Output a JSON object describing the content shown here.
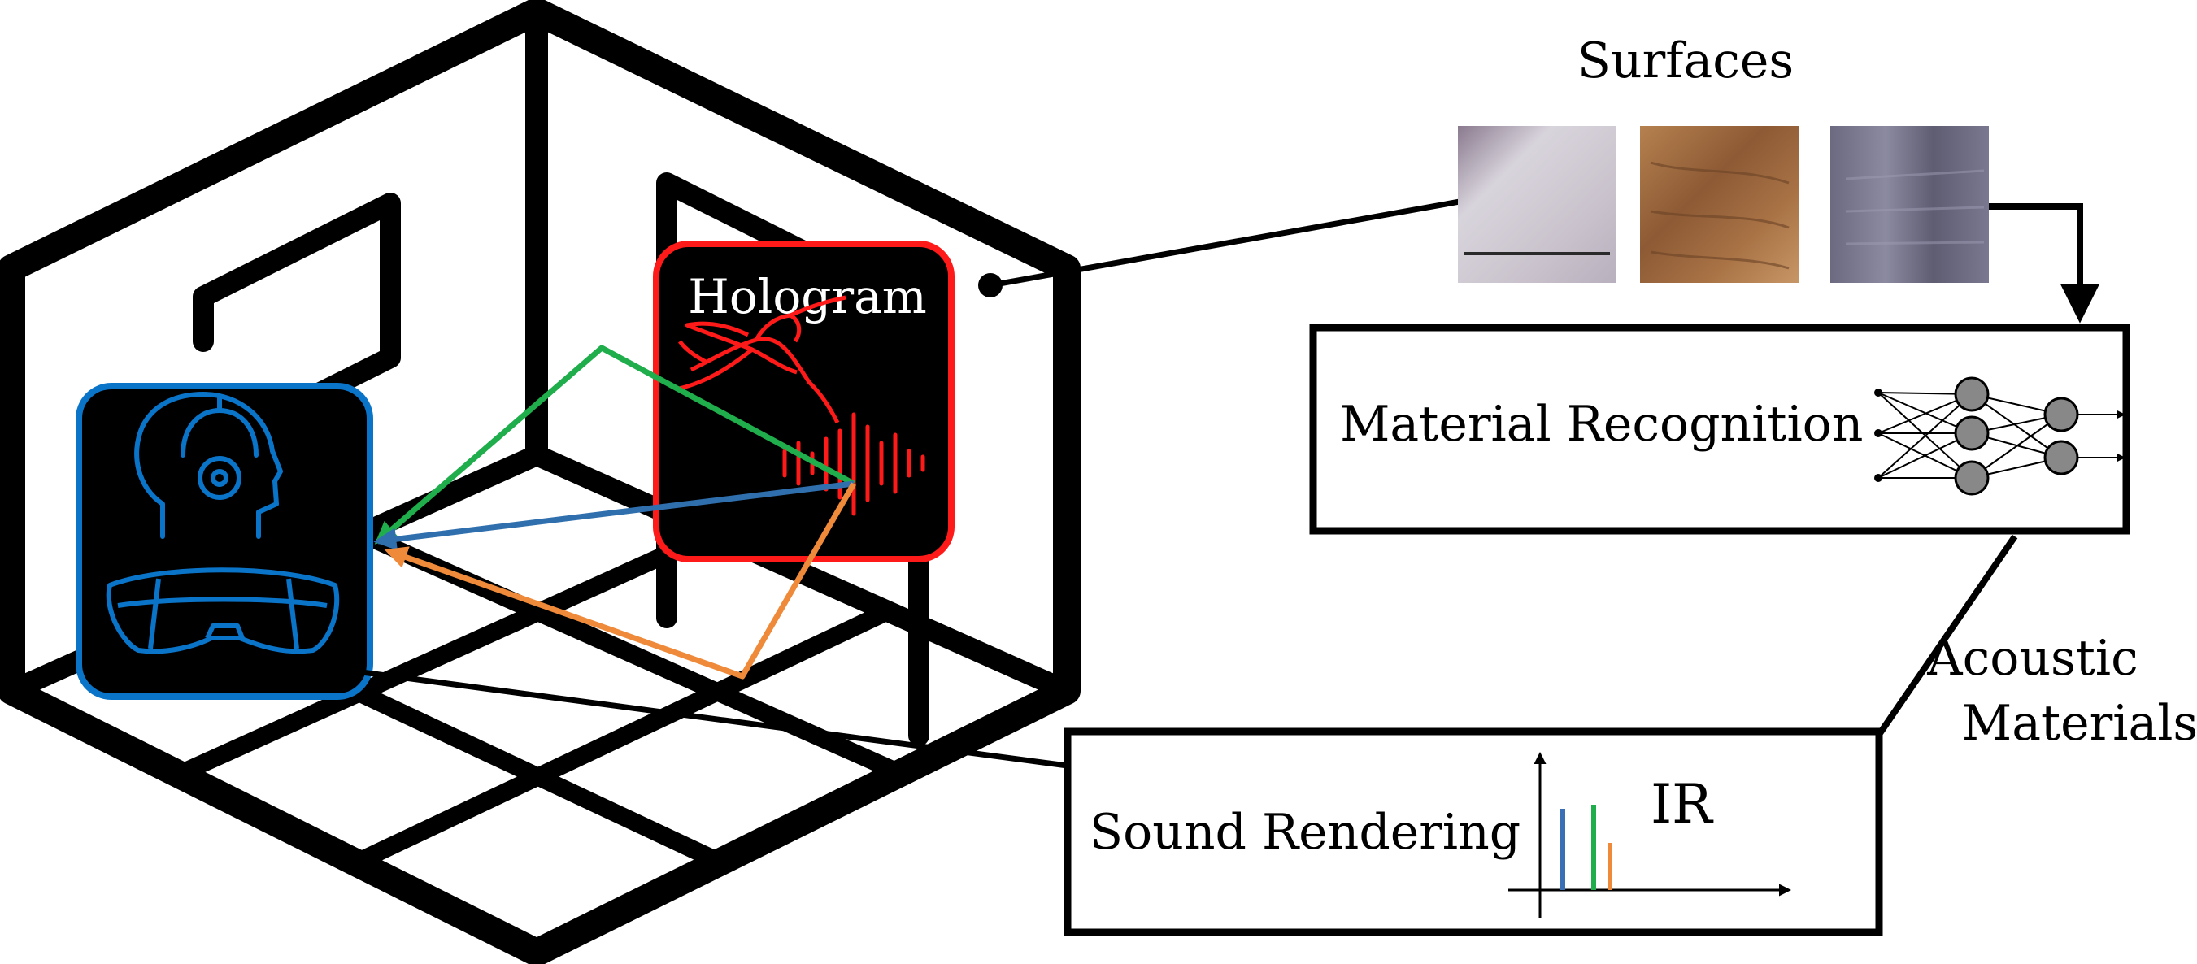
{
  "labels": {
    "surfaces": "Surfaces",
    "hologram": "Hologram",
    "material_recognition": "Material Recognition",
    "acoustic_line1": "Acoustic",
    "acoustic_line2": "Materials",
    "sound_rendering": "Sound Rendering",
    "ir": "IR"
  },
  "colors": {
    "outline": "#000000",
    "hologram_red": "#ff1a1a",
    "listener_blue": "#0a74c9",
    "ray_green": "#1fae4b",
    "ray_blue": "#2f6fae",
    "ray_orange": "#ee8a3a",
    "ir_blue": "#3a6fb6",
    "ir_green": "#1fae4b",
    "ir_orange": "#ee8a3a",
    "node_gray": "#888888"
  },
  "icons": {
    "listener": "headset-user-with-ar-glasses-icon",
    "hologram": "hummingbird-with-sound-wave-icon",
    "network": "neural-network-icon",
    "surfaces": "material-texture-swatches"
  }
}
